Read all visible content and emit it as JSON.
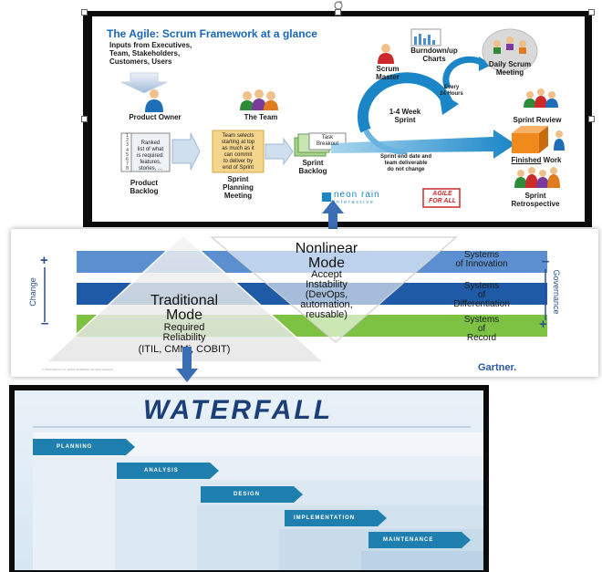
{
  "agile": {
    "title": "The Agile: Scrum Framework at a glance",
    "inputs_line1": "Inputs from Executives,",
    "inputs_line2": "Team, Stakeholders,",
    "inputs_line3": "Customers, Users",
    "product_owner": "Product Owner",
    "the_team": "The Team",
    "backlog_note_line1": "Ranked",
    "backlog_note_line2": "list of what",
    "backlog_note_line3": "is required:",
    "backlog_note_line4": "features,",
    "backlog_note_line5": "stories, ...",
    "backlog_numbers": [
      "1",
      "2",
      "3",
      "4",
      "5",
      "6",
      "7",
      "8"
    ],
    "product_backlog_line1": "Product",
    "product_backlog_line2": "Backlog",
    "team_selects_line1": "Team selects",
    "team_selects_line2": "starting at top",
    "team_selects_line3": "as much as it",
    "team_selects_line4": "can commit",
    "team_selects_line5": "to deliver by",
    "team_selects_line6": "end of Sprint",
    "sprint_planning_line1": "Sprint",
    "sprint_planning_line2": "Planning",
    "sprint_planning_line3": "Meeting",
    "task_breakout_line1": "Task",
    "task_breakout_line2": "Breakout",
    "sprint_backlog_line1": "Sprint",
    "sprint_backlog_line2": "Backlog",
    "scrum_master_line1": "Scrum",
    "scrum_master_line2": "Master",
    "burndown_line1": "Burndown/up",
    "burndown_line2": "Charts",
    "daily_scrum_line1": "Daily Scrum",
    "daily_scrum_line2": "Meeting",
    "every_24_line1": "Every",
    "every_24_line2": "24 Hours",
    "sprint_length_line1": "1-4 Week",
    "sprint_length_line2": "Sprint",
    "sprint_end_line1": "Sprint end date and",
    "sprint_end_line2": "team deliverable",
    "sprint_end_line3": "do not change",
    "sprint_review": "Sprint Review",
    "finished_work_a": "Finished",
    "finished_work_b": " Work",
    "sprint_retro_line1": "Sprint",
    "sprint_retro_line2": "Retrospective",
    "neon_rain_line1": "neon rain",
    "neon_rain_line2": "interactive",
    "agile_for_all_line1": "AGILE",
    "agile_for_all_line2": "FOR ALL"
  },
  "gartner": {
    "nonlinear_title_line1": "Nonlinear",
    "nonlinear_title_line2": "Mode",
    "nonlinear_sub_line1": "Accept",
    "nonlinear_sub_line2": "Instability",
    "nonlinear_sub_line3": "(DevOps,",
    "nonlinear_sub_line4": "automation,",
    "nonlinear_sub_line5": "reusable)",
    "traditional_title_line1": "Traditional",
    "traditional_title_line2": "Mode",
    "traditional_sub_line1": "Required",
    "traditional_sub_line2": "Reliability",
    "traditional_sub_line3": "(ITIL, CMMi, COBIT)",
    "band1_line1": "Systems",
    "band1_line2": "of Innovation",
    "band2_line1": "Systems",
    "band2_line2": "of",
    "band2_line3": "Differentiation",
    "band3_line1": "Systems",
    "band3_line2": "of",
    "band3_line3": "Record",
    "change_label": "Change",
    "governance_label": "Governance",
    "plus": "+",
    "minus": "–",
    "logo": "Gartner.",
    "copyright": "© 2014 Gartner, Inc. and/or its affiliates. All rights reserved.",
    "colors": {
      "band1": "#5b8fcf",
      "band2": "#1f5aa6",
      "band3": "#7dc242"
    }
  },
  "waterfall": {
    "title": "WATERFALL",
    "steps": [
      "PLANNING",
      "ANALYSIS",
      "DESIGN",
      "IMPLEMENTATION",
      "MAINTENANCE"
    ],
    "colors": {
      "step": "#1f7fae",
      "title": "#1c3f78"
    }
  }
}
